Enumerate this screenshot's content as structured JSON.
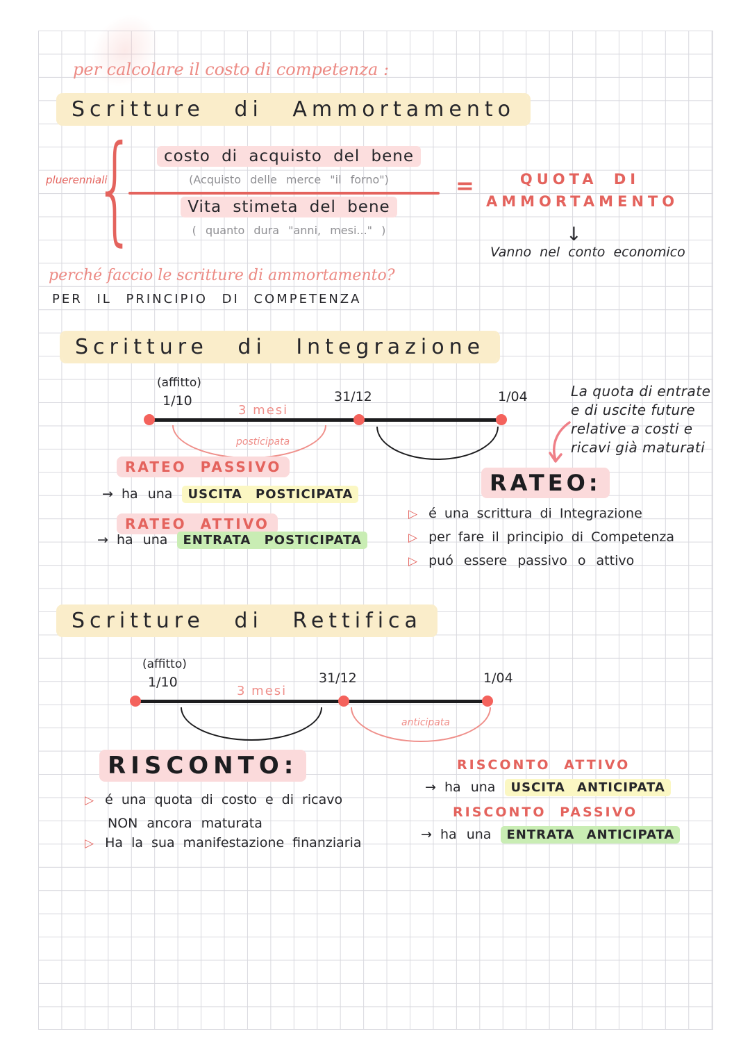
{
  "icons": {
    "arrow_right": "→",
    "arrow_down": "↓",
    "bullet": "▷",
    "brace": "{",
    "equals": "="
  },
  "colors": {
    "red_ink": "#e4635d",
    "pink_ink": "#ec8a84",
    "yellow_highlight": "#faedca",
    "pink_highlight": "#fbdadb",
    "yellow_marker": "#fbf7c3",
    "green_marker": "#c9edb4",
    "black_ink": "#26262a",
    "gray_ink": "#8f8f93"
  },
  "intro": {
    "cursive": "per calcolare il costo di competenza :"
  },
  "ammortamento": {
    "title": "Scritture di Ammortamento",
    "brace_label": "pluerenniali",
    "numerator": "costo di acquisto del bene",
    "numerator_note": "(Acquisto delle merce \"il forno\")",
    "denominator": "Vita stimeta del bene",
    "denominator_note": "( quanto dura \"anni, mesi...\" )",
    "result_line1": "QUOTA DI",
    "result_line2": "AMMORTAMENTO",
    "result_note": "Vanno nel conto economico",
    "question": "perché faccio le scritture di ammortamento?",
    "answer": "PER IL PRINCIPIO DI COMPETENZA"
  },
  "integrazione": {
    "title": "Scritture di Integrazione",
    "timeline": {
      "context": "(affitto)",
      "start": "1/10",
      "mid": "31/12",
      "end": "1/04",
      "span": "3 mesi",
      "arc_label": "posticipata"
    },
    "rateo_passivo": {
      "label": "RATEO PASSIVO",
      "text": "ha una",
      "badge": "USCITA POSTICIPATA"
    },
    "rateo_attivo": {
      "label": "RATEO ATTIVO",
      "text": "ha una",
      "badge": "ENTRATA POSTICIPATA"
    },
    "side_note": {
      "l1": "La quota di entrate",
      "l2": "e di uscite future",
      "l3": "relative a costi e",
      "l4": "ricavi già maturati"
    },
    "rateo_title": "RATEO:",
    "bullets": [
      "é una scrittura di Integrazione",
      "per fare il principio di Competenza",
      "puó essere passivo o attivo"
    ]
  },
  "rettifica": {
    "title": "Scritture di Rettifica",
    "timeline": {
      "context": "(affitto)",
      "start": "1/10",
      "mid": "31/12",
      "end": "1/04",
      "span": "3 mesi",
      "arc_label": "anticipata"
    },
    "risconto_title": "RISCONTO:",
    "point1_line1": "é una quota di costo e di ricavo",
    "point1_line2": "NON ancora maturata",
    "point2": "Ha la sua manifestazione finanziaria",
    "risconto_attivo": {
      "label": "RISCONTO ATTIVO",
      "text": "ha una",
      "badge": "USCITA ANTICIPATA"
    },
    "risconto_passivo": {
      "label": "RISCONTO PASSIVO",
      "text": "ha una",
      "badge": "ENTRATA ANTICIPATA"
    }
  }
}
